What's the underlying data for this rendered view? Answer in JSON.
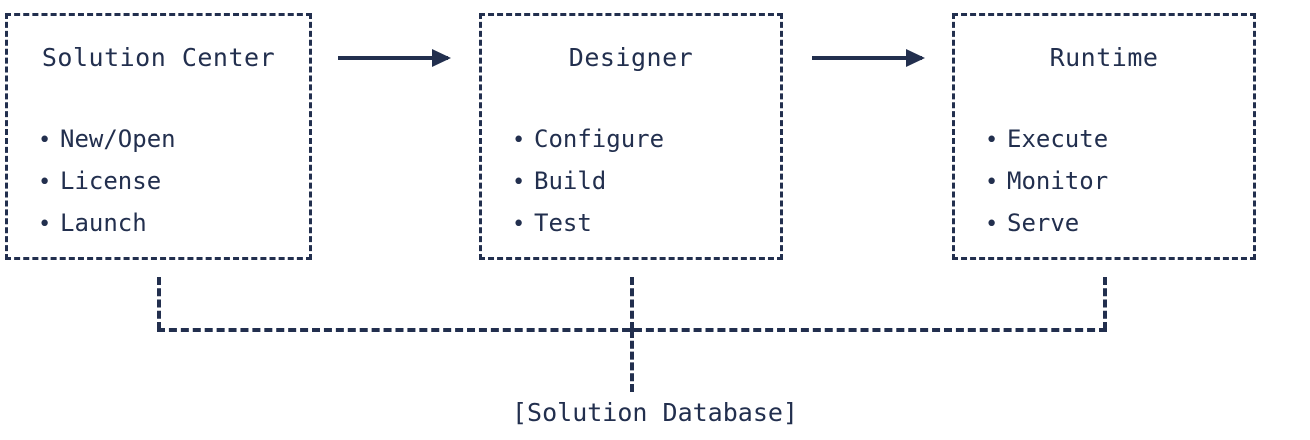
{
  "diagram": {
    "type": "flow-architecture",
    "accent_color": "#222f4e",
    "background_color": "#ffffff",
    "nodes": [
      {
        "id": "solution-center",
        "title": "Solution Center",
        "items": [
          "New/Open",
          "License",
          "Launch"
        ]
      },
      {
        "id": "designer",
        "title": "Designer",
        "items": [
          "Configure",
          "Build",
          "Test"
        ]
      },
      {
        "id": "runtime",
        "title": "Runtime",
        "items": [
          "Execute",
          "Monitor",
          "Serve"
        ]
      }
    ],
    "connectors": [
      {
        "id": "arrow-0",
        "from": "solution-center",
        "to": "designer",
        "style": "arrow-right"
      },
      {
        "id": "arrow-1",
        "from": "designer",
        "to": "runtime",
        "style": "arrow-right"
      }
    ],
    "shared_store": {
      "label": "[Solution Database]",
      "connected_nodes": [
        "solution-center",
        "designer",
        "runtime"
      ]
    },
    "bullet_glyph": "•"
  }
}
